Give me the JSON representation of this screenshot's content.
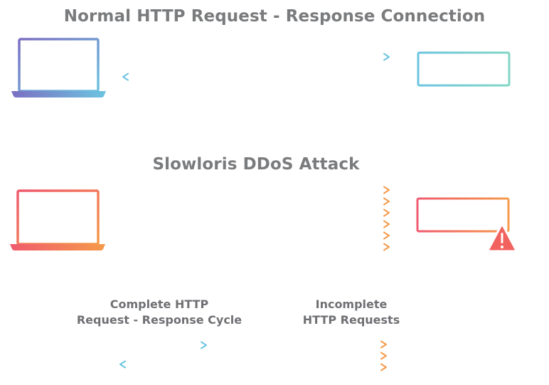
{
  "normal": {
    "title": "Normal HTTP Request - Response Connection"
  },
  "attack": {
    "title": "Slowloris DDoS Attack"
  },
  "legend": {
    "complete": {
      "line1": "Complete HTTP",
      "line2": "Request - Response Cycle"
    },
    "incomplete": {
      "line1": "Incomplete",
      "line2": "HTTP Requests"
    }
  },
  "icons": {
    "client_normal": "laptop-icon",
    "server_normal": "server-icon",
    "client_attack": "laptop-icon",
    "server_attack": "server-icon",
    "warning": "warning-icon"
  },
  "colors": {
    "normal_gradient_start": "#7b6fc2",
    "normal_gradient_end": "#6cc4e0",
    "return_line": "#7fd4c6",
    "attack_gradient_start": "#f05a6e",
    "attack_gradient_end": "#f59a4a",
    "title_text": "#7a7b7d",
    "legend_text": "#6f7073"
  }
}
